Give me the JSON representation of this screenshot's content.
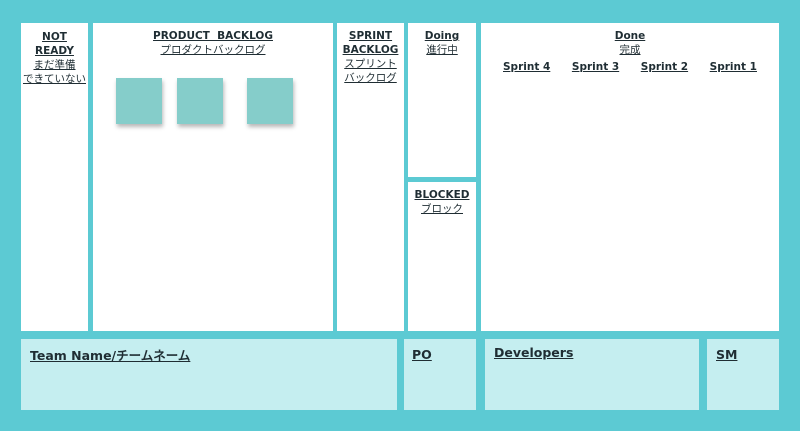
{
  "columns": {
    "not_ready": {
      "title": "NOT READY",
      "line2": "まだ準備",
      "line3": "できていない"
    },
    "product_backlog": {
      "title": "PRODUCT  BACKLOG",
      "subtitle": "プロダクトバックログ"
    },
    "sprint_backlog": {
      "line1": "SPRINT",
      "line2": "BACKLOG",
      "line3": "スプリント",
      "line4": "バックログ"
    },
    "doing": {
      "title": "Doing",
      "subtitle": "進行中"
    },
    "blocked": {
      "title": "BLOCKED",
      "subtitle": "ブロック"
    },
    "done": {
      "title": "Done",
      "subtitle": "完成",
      "sprints": [
        "Sprint 4",
        "Sprint 3",
        "Sprint 2",
        "Sprint 1"
      ]
    }
  },
  "bottom": {
    "team_name": "Team Name/チームネーム",
    "po": "PO",
    "developers": "Developers",
    "sm": "SM"
  },
  "colors": {
    "background": "#5ccad3",
    "panel": "#ffffff",
    "bottom_panel": "#c5eef0",
    "sticky_note": "#85cdca"
  }
}
